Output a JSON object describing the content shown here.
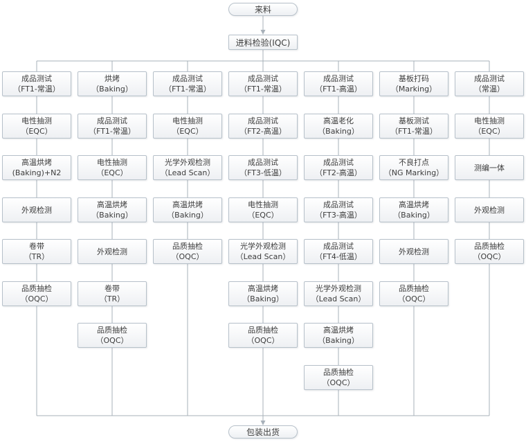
{
  "colors": {
    "border": "#b6c0c9",
    "line": "#a7b0b9",
    "text": "#3c3c3c"
  },
  "flow": {
    "start_label": "来料",
    "iqc_label": "进料检验(IQC)",
    "end_label": "包装出货",
    "columns": [
      {
        "steps": [
          {
            "lines": [
              "成品测试",
              "（FT1-常温）"
            ]
          },
          {
            "lines": [
              "电性抽测",
              "（EQC）"
            ]
          },
          {
            "lines": [
              "高温烘烤",
              "(Baking)+N2"
            ]
          },
          {
            "lines": [
              "外观检测"
            ]
          },
          {
            "lines": [
              "卷带",
              "（TR）"
            ]
          },
          {
            "lines": [
              "品质抽检",
              "（OQC）"
            ]
          }
        ]
      },
      {
        "steps": [
          {
            "lines": [
              "烘烤",
              "（Baking）"
            ]
          },
          {
            "lines": [
              "成品测试",
              "（FT1-常温）"
            ]
          },
          {
            "lines": [
              "电性抽测",
              "（EQC）"
            ]
          },
          {
            "lines": [
              "高温烘烤",
              "（Baking）"
            ]
          },
          {
            "lines": [
              "外观检测"
            ]
          },
          {
            "lines": [
              "卷带",
              "（TR）"
            ]
          },
          {
            "lines": [
              "品质抽检",
              "（OQC）"
            ]
          }
        ]
      },
      {
        "steps": [
          {
            "lines": [
              "成品测试",
              "（FT1-常温）"
            ]
          },
          {
            "lines": [
              "电性抽测",
              "（EQC）"
            ]
          },
          {
            "lines": [
              "光学外观检测",
              "（Lead Scan）"
            ]
          },
          {
            "lines": [
              "高温烘烤",
              "（Baking）"
            ]
          },
          {
            "lines": [
              "品质抽检",
              "（OQC）"
            ]
          }
        ]
      },
      {
        "steps": [
          {
            "lines": [
              "成品测试",
              "（FT1-常温）"
            ]
          },
          {
            "lines": [
              "成品测试",
              "（FT2-高温）"
            ]
          },
          {
            "lines": [
              "成品测试",
              "（FT3-低温）"
            ]
          },
          {
            "lines": [
              "电性抽测",
              "（EQC）"
            ]
          },
          {
            "lines": [
              "光学外观检测",
              "（Lead Scan）"
            ]
          },
          {
            "lines": [
              "高温烘烤",
              "（Baking）"
            ]
          },
          {
            "lines": [
              "品质抽检",
              "（OQC）"
            ]
          }
        ]
      },
      {
        "steps": [
          {
            "lines": [
              "成品测试",
              "（FT1-高温）"
            ]
          },
          {
            "lines": [
              "高温老化",
              "（Baking）"
            ]
          },
          {
            "lines": [
              "成品测试",
              "（FT2-高温）"
            ]
          },
          {
            "lines": [
              "成品测试",
              "（FT3-高温）"
            ]
          },
          {
            "lines": [
              "成品测试",
              "（FT4-低温）"
            ]
          },
          {
            "lines": [
              "光学外观检测",
              "（Lead Scan）"
            ]
          },
          {
            "lines": [
              "高温烘烤",
              "（Baking）"
            ]
          },
          {
            "lines": [
              "品质抽检",
              "（OQC）"
            ]
          }
        ]
      },
      {
        "steps": [
          {
            "lines": [
              "基板打码",
              "（Marking）"
            ]
          },
          {
            "lines": [
              "基板测试",
              "（FT1-常温）"
            ]
          },
          {
            "lines": [
              "不良打点",
              "（NG Marking）"
            ]
          },
          {
            "lines": [
              "高温烘烤",
              "（Baking）"
            ]
          },
          {
            "lines": [
              "外观检测"
            ]
          },
          {
            "lines": [
              "品质抽检",
              "（OQC）"
            ]
          }
        ]
      },
      {
        "steps": [
          {
            "lines": [
              "成品测试",
              "（常温）"
            ]
          },
          {
            "lines": [
              "电性抽测",
              "（EQC）"
            ]
          },
          {
            "lines": [
              "测编一体"
            ]
          },
          {
            "lines": [
              "外观检测"
            ]
          },
          {
            "lines": [
              "品质抽检",
              "（OQC）"
            ]
          }
        ]
      }
    ]
  }
}
